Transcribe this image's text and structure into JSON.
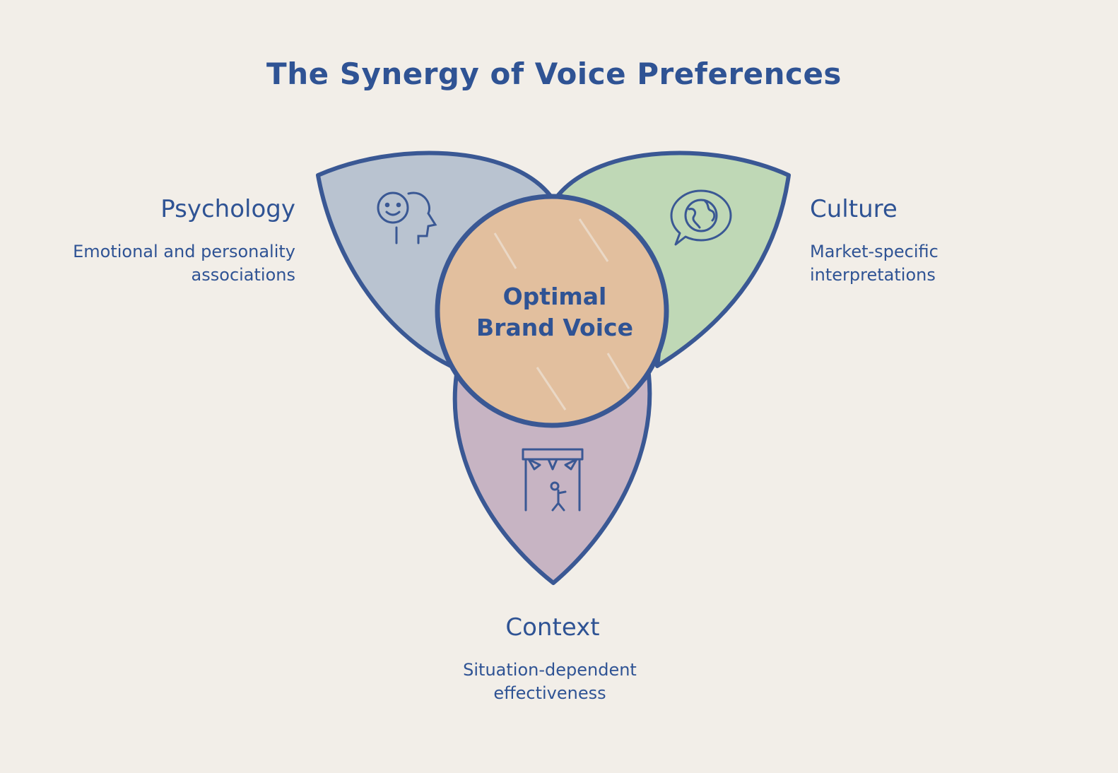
{
  "title": "The Synergy of Voice Preferences",
  "center": {
    "line1": "Optimal",
    "line2": "Brand Voice"
  },
  "petals": {
    "psychology": {
      "heading": "Psychology",
      "desc1": "Emotional and personality",
      "desc2": "associations",
      "icon": "head-smile-icon",
      "color": "#b9c3d0"
    },
    "culture": {
      "heading": "Culture",
      "desc1": "Market-specific",
      "desc2": "interpretations",
      "icon": "globe-speech-icon",
      "color": "#bfd8b6"
    },
    "context": {
      "heading": "Context",
      "desc1": "Situation-dependent",
      "desc2": "effectiveness",
      "icon": "stage-speaker-icon",
      "color": "#c7b4c3"
    }
  },
  "colors": {
    "outline": "#3a5894",
    "center_fill": "#e2bf9e",
    "background": "#f2eee8"
  }
}
